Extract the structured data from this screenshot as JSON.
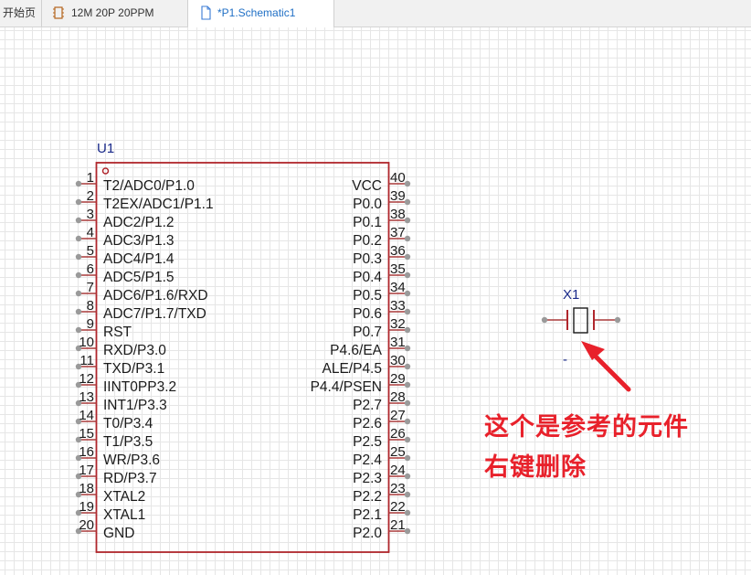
{
  "tabs": [
    {
      "label": "开始页",
      "icon": "none",
      "active": false
    },
    {
      "label": "12M 20P 20PPM",
      "icon": "chip-icon",
      "active": false
    },
    {
      "label": "*P1.Schematic1",
      "icon": "document-icon",
      "active": true
    }
  ],
  "component_u1": {
    "designator": "U1",
    "left_pins": [
      {
        "num": "1",
        "name": "T2/ADC0/P1.0"
      },
      {
        "num": "2",
        "name": "T2EX/ADC1/P1.1"
      },
      {
        "num": "3",
        "name": "ADC2/P1.2"
      },
      {
        "num": "4",
        "name": "ADC3/P1.3"
      },
      {
        "num": "5",
        "name": "ADC4/P1.4"
      },
      {
        "num": "6",
        "name": "ADC5/P1.5"
      },
      {
        "num": "7",
        "name": "ADC6/P1.6/RXD"
      },
      {
        "num": "8",
        "name": "ADC7/P1.7/TXD"
      },
      {
        "num": "9",
        "name": "RST"
      },
      {
        "num": "10",
        "name": "RXD/P3.0"
      },
      {
        "num": "11",
        "name": "TXD/P3.1"
      },
      {
        "num": "12",
        "name": "IINT0PP3.2"
      },
      {
        "num": "13",
        "name": "INT1/P3.3"
      },
      {
        "num": "14",
        "name": "T0/P3.4"
      },
      {
        "num": "15",
        "name": "T1/P3.5"
      },
      {
        "num": "16",
        "name": "WR/P3.6"
      },
      {
        "num": "17",
        "name": "RD/P3.7"
      },
      {
        "num": "18",
        "name": "XTAL2"
      },
      {
        "num": "19",
        "name": "XTAL1"
      },
      {
        "num": "20",
        "name": "GND"
      }
    ],
    "right_pins": [
      {
        "num": "40",
        "name": "VCC"
      },
      {
        "num": "39",
        "name": "P0.0"
      },
      {
        "num": "38",
        "name": "P0.1"
      },
      {
        "num": "37",
        "name": "P0.2"
      },
      {
        "num": "36",
        "name": "P0.3"
      },
      {
        "num": "35",
        "name": "P0.4"
      },
      {
        "num": "34",
        "name": "P0.5"
      },
      {
        "num": "33",
        "name": "P0.6"
      },
      {
        "num": "32",
        "name": "P0.7"
      },
      {
        "num": "31",
        "name": "P4.6/EA"
      },
      {
        "num": "30",
        "name": "ALE/P4.5"
      },
      {
        "num": "29",
        "name": "P4.4/PSEN"
      },
      {
        "num": "28",
        "name": "P2.7"
      },
      {
        "num": "27",
        "name": "P2.6"
      },
      {
        "num": "26",
        "name": "P2.5"
      },
      {
        "num": "25",
        "name": "P2.4"
      },
      {
        "num": "24",
        "name": "P2.3"
      },
      {
        "num": "23",
        "name": "P2.2"
      },
      {
        "num": "22",
        "name": "P2.1"
      },
      {
        "num": "21",
        "name": "P2.0"
      }
    ]
  },
  "component_x1": {
    "designator": "X1",
    "value": "-"
  },
  "annotation": {
    "line1": "这个是参考的元件",
    "line2": "右键删除"
  },
  "colors": {
    "body_outline": "#b0262c",
    "pin_line": "#a83a3a",
    "pin_end": "#8a8a8a",
    "designator": "#1a2a8a",
    "annotation": "#e8212b",
    "active_tab_text": "#1f6fc5"
  }
}
